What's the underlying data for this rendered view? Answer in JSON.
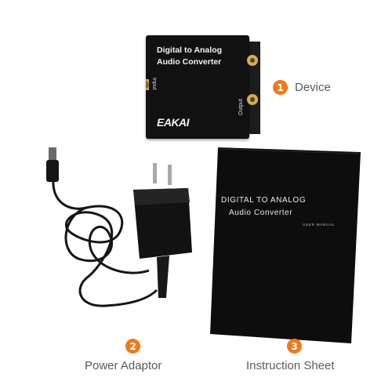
{
  "device": {
    "title_line1": "Digital to Analog",
    "title_line2": "Audio Converter",
    "brand": "EAKAI",
    "label_input": "Input",
    "label_output": "Output"
  },
  "sheet": {
    "title_line1": "DIGITAL TO ANALOG",
    "title_line2": "Audio Converter",
    "manual_label": "USER MANUAL"
  },
  "items": [
    {
      "number": "1",
      "label": "Device"
    },
    {
      "number": "2",
      "label": "Power Adaptor"
    },
    {
      "number": "3",
      "label": "Instruction Sheet"
    }
  ],
  "colors": {
    "accent": "#f07a1c",
    "caption": "#5a5a5a",
    "product": "#111111"
  }
}
